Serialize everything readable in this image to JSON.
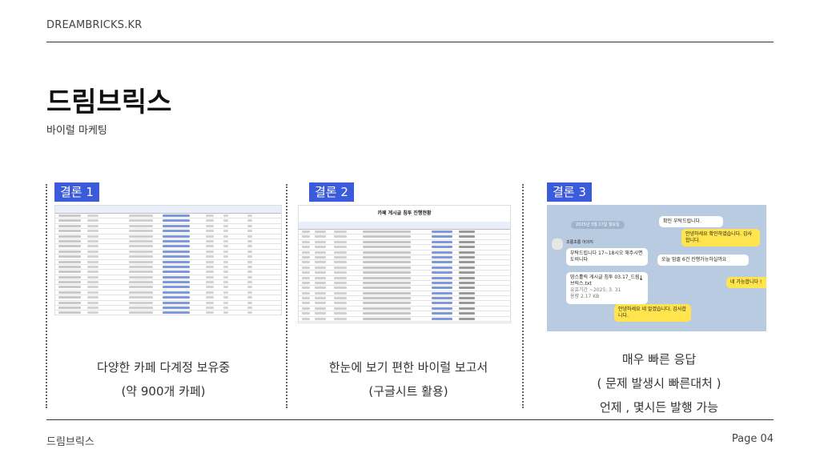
{
  "header": {
    "brand": "DREAMBRICKS.KR"
  },
  "page": {
    "title": "드림브릭스",
    "subtitle": "바이럴 마케팅"
  },
  "columns": [
    {
      "badge": "결론 1",
      "caption_lines": [
        "다양한 카페 다계정 보유중",
        "(약 900개 카페)"
      ]
    },
    {
      "badge": "결론 2",
      "sheet_title": "카페 게시글 침투 진행현황",
      "caption_lines": [
        "한눈에 보기 편한 바이럴 보고서",
        "(구글시트 활용)"
      ]
    },
    {
      "badge": "결론 3",
      "caption_lines": [
        "매우 빠른 응답",
        "( 문제 발생시 빠른대처 )",
        "언제 , 몇시든 발행 가능"
      ],
      "chat": {
        "date": "2025년 3월 17일 월요일",
        "sender": "초롱초롱 어의지",
        "m1": "확인 부탁드립니다.",
        "m2": "안녕하세요 확인하였습니다. 감사합니다.",
        "m3": "부탁드립니다 17~18시오 해주시면 도비니다",
        "m4": "오늘 맘졸 6건 진행가능하실까요",
        "m5": "네 가능합니다 !",
        "file_name": "땅스홀릭 게시글 침투 03.17_드림브릭스.txt",
        "file_meta": "유효기간 ~2025. 3. 31",
        "file_size": "용량 2.17 KB",
        "m6": "안녕하세요 네 알겠습니다. 감사합니다."
      }
    }
  ],
  "footer": {
    "left": "드림브릭스",
    "right": "Page 04"
  },
  "colors": {
    "badge": "#3b5bdb",
    "chat_bg": "#b9cbe0",
    "bubble_yellow": "#ffe44d"
  }
}
